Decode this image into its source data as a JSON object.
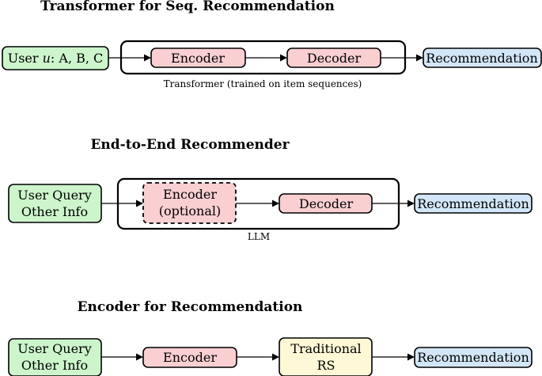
{
  "colors": {
    "input_fill": "#ccf5cc",
    "input_stroke": "#000000",
    "model_fill": "#f9cfd1",
    "output_fill": "#d3e6f7",
    "rs_fill": "#fff8d6",
    "container_stroke": "#000000"
  },
  "diagram_1": {
    "title": "Transformer for Seq. Recommendation",
    "input": "User u: A, B, C",
    "input_prefix": "User ",
    "input_var": "u",
    "input_suffix": ": A, B, C",
    "encoder": "Encoder",
    "decoder": "Decoder",
    "output": "Recommendation",
    "container_caption": "Transformer (trained on item sequences)"
  },
  "diagram_2": {
    "title": "End-to-End Recommender",
    "input_line1": "User Query",
    "input_line2": "Other Info",
    "encoder_line1": "Encoder",
    "encoder_line2": "(optional)",
    "decoder": "Decoder",
    "output": "Recommendation",
    "container_caption": "LLM"
  },
  "diagram_3": {
    "title": "Encoder for Recommendation",
    "input_line1": "User Query",
    "input_line2": "Other Info",
    "encoder": "Encoder",
    "rs_line1": "Traditional",
    "rs_line2": "RS",
    "output": "Recommendation"
  }
}
